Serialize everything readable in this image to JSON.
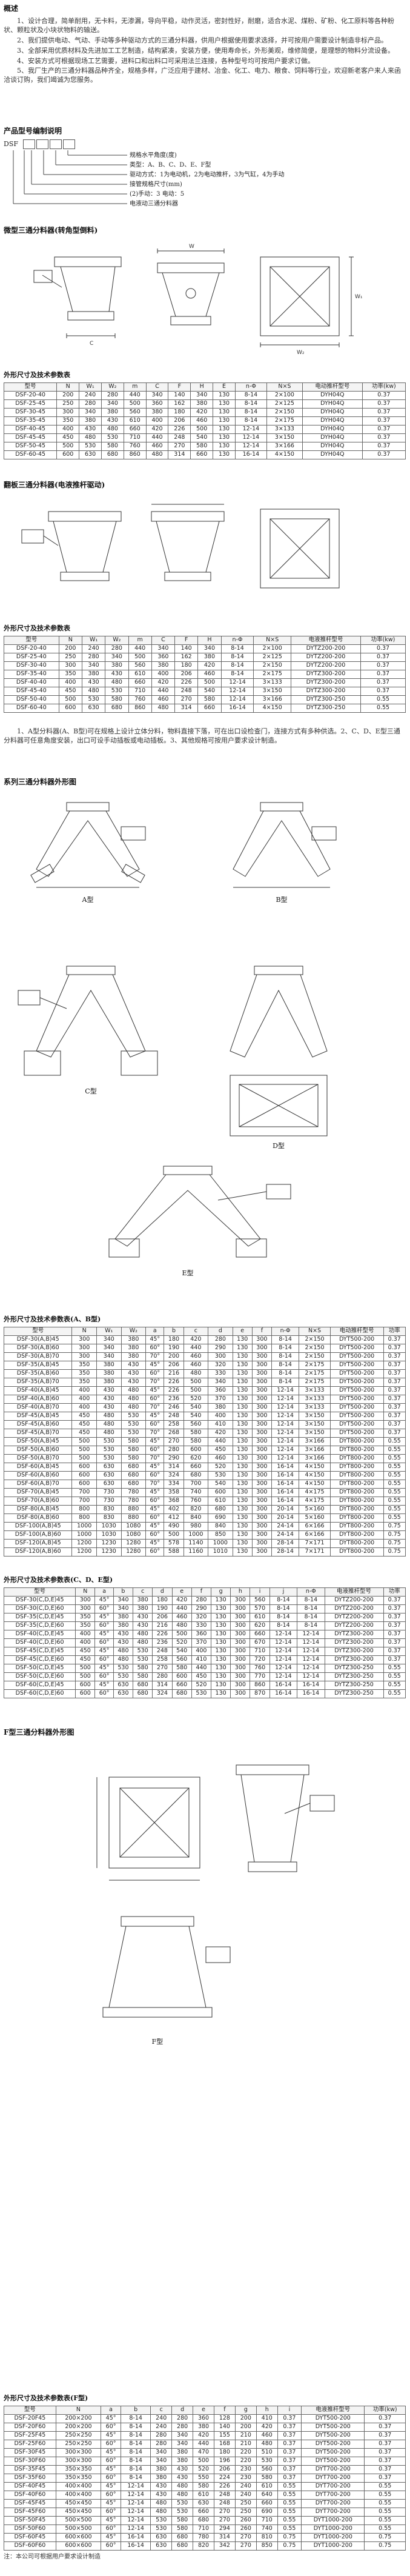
{
  "overview": {
    "heading": "概述",
    "paragraphs": [
      "1、设计合理，简单耐用，无卡料，无渗漏，导向平稳，动作灵活，密封性好，耐磨，适合水泥、煤粉、矿粉、化工原料等各种粉状、颗粒状及小块状物料的输送。",
      "2、我们提供电动、气动、手动等多种驱动方式的三通分料器，供用户根据使用要求选择，并可按用户需要设计制造非标产品。",
      "3、全部采用优质材料及先进加工工艺制造，结构紧凑，安装方便，使用寿命长，外形美观，维修简便，是理想的物料分流设备。",
      "4、安装方式可根据现场工艺需要，进料口和出料口可采用法兰连接，各种型号均可按用户要求订做。",
      "5、我厂生产的三通分料器品种齐全，规格多样，广泛应用于建材、冶金、化工、电力、粮食、饲料等行业，欢迎新老客户来人来函洽谈订购，我们竭诚为您服务。"
    ]
  },
  "model": {
    "heading": "产品型号编制说明",
    "prefix": "DSF",
    "lines": [
      "规格水平角度(度)",
      "类型：A、B、C、D、E、F型",
      "驱动方式：1为电动机，2为电动推杆，3为气缸，4为手动",
      "接管规格尺寸(mm)",
      "(2)手动：3   电动：5",
      "电液动三通分料器"
    ]
  },
  "section_ab": {
    "heading": "微型三通分料器(转角型倒料)",
    "table_title": "外形尺寸及技术参数表",
    "columns": [
      "型号",
      "N",
      "W₁",
      "W₂",
      "m",
      "C",
      "F",
      "H",
      "E",
      "n-Φ",
      "N×S",
      "电动推杆型号",
      "功率(kw)"
    ],
    "rows": [
      [
        "DSF-20-40",
        "200",
        "240",
        "280",
        "440",
        "340",
        "140",
        "340",
        "130",
        "8-14",
        "2×100",
        "DYH04Q",
        "0.37"
      ],
      [
        "DSF-25-45",
        "250",
        "280",
        "340",
        "500",
        "360",
        "162",
        "380",
        "130",
        "8-14",
        "2×125",
        "DYH04Q",
        "0.37"
      ],
      [
        "DSF-30-45",
        "300",
        "340",
        "380",
        "560",
        "380",
        "180",
        "420",
        "130",
        "8-14",
        "2×150",
        "DYH04Q",
        "0.37"
      ],
      [
        "DSF-35-45",
        "350",
        "380",
        "430",
        "610",
        "400",
        "206",
        "460",
        "130",
        "8-14",
        "2×175",
        "DYH04Q",
        "0.37"
      ],
      [
        "DSF-40-45",
        "400",
        "430",
        "480",
        "660",
        "420",
        "226",
        "500",
        "130",
        "12-14",
        "3×133",
        "DYH04Q",
        "0.37"
      ],
      [
        "DSF-45-45",
        "450",
        "480",
        "530",
        "710",
        "440",
        "248",
        "540",
        "130",
        "12-14",
        "3×150",
        "DYH04Q",
        "0.37"
      ],
      [
        "DSF-50-45",
        "500",
        "530",
        "580",
        "760",
        "460",
        "270",
        "580",
        "130",
        "12-14",
        "3×166",
        "DYH04Q",
        "0.37"
      ],
      [
        "DSF-60-45",
        "600",
        "630",
        "680",
        "860",
        "480",
        "314",
        "660",
        "130",
        "16-14",
        "4×150",
        "DYH04Q",
        "0.37"
      ]
    ]
  },
  "section_c": {
    "heading": "翻板三通分料器(电液推杆驱动)",
    "table_title": "外形尺寸及技术参数表",
    "columns": [
      "型号",
      "N",
      "W₁",
      "W₂",
      "m",
      "C",
      "F",
      "H",
      "n-Φ",
      "N×S",
      "电液推杆型号",
      "功率(kw)"
    ],
    "rows": [
      [
        "DSF-20-40",
        "200",
        "240",
        "280",
        "440",
        "340",
        "140",
        "340",
        "8-14",
        "2×100",
        "DYTZ200-200",
        "0.37"
      ],
      [
        "DSF-25-40",
        "250",
        "280",
        "340",
        "500",
        "360",
        "162",
        "380",
        "8-14",
        "2×125",
        "DYTZ200-200",
        "0.37"
      ],
      [
        "DSF-30-40",
        "300",
        "340",
        "380",
        "560",
        "380",
        "180",
        "420",
        "8-14",
        "2×150",
        "DYTZ200-200",
        "0.37"
      ],
      [
        "DSF-35-40",
        "350",
        "380",
        "430",
        "610",
        "400",
        "206",
        "460",
        "8-14",
        "2×175",
        "DYTZ300-200",
        "0.37"
      ],
      [
        "DSF-40-40",
        "400",
        "430",
        "480",
        "660",
        "420",
        "226",
        "500",
        "12-14",
        "3×133",
        "DYTZ300-200",
        "0.37"
      ],
      [
        "DSF-45-40",
        "450",
        "480",
        "530",
        "710",
        "440",
        "248",
        "540",
        "12-14",
        "3×150",
        "DYTZ300-200",
        "0.37"
      ],
      [
        "DSF-50-40",
        "500",
        "530",
        "580",
        "760",
        "460",
        "270",
        "580",
        "12-14",
        "3×166",
        "DYTZ300-250",
        "0.55"
      ],
      [
        "DSF-60-40",
        "600",
        "630",
        "680",
        "860",
        "480",
        "314",
        "660",
        "16-14",
        "4×150",
        "DYTZ300-250",
        "0.55"
      ]
    ]
  },
  "note_ab": "1、A型分料器(A、B型)可在规格上设计立体分料，物料直接下落，可在出口设检查门，连接方式有多种供选。2、C、D、E型三通分料器可任意角度安装，出口可设手动插板或电动插板。3、其他规格可按用户要求设计制造。",
  "section_series": {
    "heading": "系列三通分料器外形图",
    "labels": [
      "A型",
      "B型",
      "C型",
      "D型",
      "E型"
    ]
  },
  "table_big1": {
    "title": "外形尺寸及技术参数表(A、B型)",
    "columns": [
      "型号",
      "N",
      "W₁",
      "W₂",
      "a",
      "b",
      "c",
      "d",
      "e",
      "f",
      "n-Φ",
      "N×S",
      "电动推杆型号",
      "功率"
    ],
    "rows": [
      [
        "DSF-30(A,B)45",
        "300",
        "340",
        "380",
        "45°",
        "180",
        "420",
        "280",
        "130",
        "300",
        "8-14",
        "2×150",
        "DYT500-200",
        "0.37"
      ],
      [
        "DSF-30(A,B)60",
        "300",
        "340",
        "380",
        "60°",
        "190",
        "440",
        "290",
        "130",
        "300",
        "8-14",
        "2×150",
        "DYT500-200",
        "0.37"
      ],
      [
        "DSF-30(A,B)70",
        "300",
        "340",
        "380",
        "70°",
        "200",
        "460",
        "300",
        "130",
        "300",
        "8-14",
        "2×150",
        "DYT500-200",
        "0.37"
      ],
      [
        "DSF-35(A,B)45",
        "350",
        "380",
        "430",
        "45°",
        "206",
        "460",
        "320",
        "130",
        "300",
        "8-14",
        "2×175",
        "DYT500-200",
        "0.37"
      ],
      [
        "DSF-35(A,B)60",
        "350",
        "380",
        "430",
        "60°",
        "216",
        "480",
        "330",
        "130",
        "300",
        "8-14",
        "2×175",
        "DYT500-200",
        "0.37"
      ],
      [
        "DSF-35(A,B)70",
        "350",
        "380",
        "430",
        "70°",
        "226",
        "500",
        "340",
        "130",
        "300",
        "8-14",
        "2×175",
        "DYT500-200",
        "0.37"
      ],
      [
        "DSF-40(A,B)45",
        "400",
        "430",
        "480",
        "45°",
        "226",
        "500",
        "360",
        "130",
        "300",
        "12-14",
        "3×133",
        "DYT500-200",
        "0.37"
      ],
      [
        "DSF-40(A,B)60",
        "400",
        "430",
        "480",
        "60°",
        "236",
        "520",
        "370",
        "130",
        "300",
        "12-14",
        "3×133",
        "DYT500-200",
        "0.37"
      ],
      [
        "DSF-40(A,B)70",
        "400",
        "430",
        "480",
        "70°",
        "246",
        "540",
        "380",
        "130",
        "300",
        "12-14",
        "3×133",
        "DYT500-200",
        "0.37"
      ],
      [
        "DSF-45(A,B)45",
        "450",
        "480",
        "530",
        "45°",
        "248",
        "540",
        "400",
        "130",
        "300",
        "12-14",
        "3×150",
        "DYT500-200",
        "0.37"
      ],
      [
        "DSF-45(A,B)60",
        "450",
        "480",
        "530",
        "60°",
        "258",
        "560",
        "410",
        "130",
        "300",
        "12-14",
        "3×150",
        "DYT500-200",
        "0.37"
      ],
      [
        "DSF-45(A,B)70",
        "450",
        "480",
        "530",
        "70°",
        "268",
        "580",
        "420",
        "130",
        "300",
        "12-14",
        "3×150",
        "DYT500-200",
        "0.37"
      ],
      [
        "DSF-50(A,B)45",
        "500",
        "530",
        "580",
        "45°",
        "270",
        "580",
        "440",
        "130",
        "300",
        "12-14",
        "3×166",
        "DYT800-200",
        "0.55"
      ],
      [
        "DSF-50(A,B)60",
        "500",
        "530",
        "580",
        "60°",
        "280",
        "600",
        "450",
        "130",
        "300",
        "12-14",
        "3×166",
        "DYT800-200",
        "0.55"
      ],
      [
        "DSF-50(A,B)70",
        "500",
        "530",
        "580",
        "70°",
        "290",
        "620",
        "460",
        "130",
        "300",
        "12-14",
        "3×166",
        "DYT800-200",
        "0.55"
      ],
      [
        "DSF-60(A,B)45",
        "600",
        "630",
        "680",
        "45°",
        "314",
        "660",
        "520",
        "130",
        "300",
        "16-14",
        "4×150",
        "DYT800-200",
        "0.55"
      ],
      [
        "DSF-60(A,B)60",
        "600",
        "630",
        "680",
        "60°",
        "324",
        "680",
        "530",
        "130",
        "300",
        "16-14",
        "4×150",
        "DYT800-200",
        "0.55"
      ],
      [
        "DSF-60(A,B)70",
        "600",
        "630",
        "680",
        "70°",
        "334",
        "700",
        "540",
        "130",
        "300",
        "16-14",
        "4×150",
        "DYT800-200",
        "0.55"
      ],
      [
        "DSF-70(A,B)45",
        "700",
        "730",
        "780",
        "45°",
        "358",
        "740",
        "600",
        "130",
        "300",
        "16-14",
        "4×175",
        "DYT800-200",
        "0.55"
      ],
      [
        "DSF-70(A,B)60",
        "700",
        "730",
        "780",
        "60°",
        "368",
        "760",
        "610",
        "130",
        "300",
        "16-14",
        "4×175",
        "DYT800-200",
        "0.55"
      ],
      [
        "DSF-80(A,B)45",
        "800",
        "830",
        "880",
        "45°",
        "402",
        "820",
        "680",
        "130",
        "300",
        "20-14",
        "5×160",
        "DYT800-200",
        "0.55"
      ],
      [
        "DSF-80(A,B)60",
        "800",
        "830",
        "880",
        "60°",
        "412",
        "840",
        "690",
        "130",
        "300",
        "20-14",
        "5×160",
        "DYT800-200",
        "0.55"
      ],
      [
        "DSF-100(A,B)45",
        "1000",
        "1030",
        "1080",
        "45°",
        "490",
        "980",
        "840",
        "130",
        "300",
        "24-14",
        "6×166",
        "DYT800-200",
        "0.75"
      ],
      [
        "DSF-100(A,B)60",
        "1000",
        "1030",
        "1080",
        "60°",
        "500",
        "1000",
        "850",
        "130",
        "300",
        "24-14",
        "6×166",
        "DYT800-200",
        "0.75"
      ],
      [
        "DSF-120(A,B)45",
        "1200",
        "1230",
        "1280",
        "45°",
        "578",
        "1140",
        "1000",
        "130",
        "300",
        "28-14",
        "7×171",
        "DYT800-200",
        "0.75"
      ],
      [
        "DSF-120(A,B)60",
        "1200",
        "1230",
        "1280",
        "60°",
        "588",
        "1160",
        "1010",
        "130",
        "300",
        "28-14",
        "7×171",
        "DYT800-200",
        "0.75"
      ]
    ]
  },
  "table_big2": {
    "title": "外形尺寸及技术参数表(C、D、E型)",
    "columns": [
      "型号",
      "N",
      "a",
      "b",
      "c",
      "d",
      "e",
      "f",
      "g",
      "h",
      "i",
      "j",
      "n-Φ",
      "电液推杆型号",
      "功率"
    ],
    "rows": [
      [
        "DSF-30(C,D,E)45",
        "300",
        "45°",
        "340",
        "380",
        "180",
        "420",
        "280",
        "130",
        "300",
        "560",
        "8-14",
        "8-14",
        "DYTZ200-200",
        "0.37"
      ],
      [
        "DSF-30(C,D,E)60",
        "300",
        "60°",
        "340",
        "380",
        "190",
        "440",
        "290",
        "130",
        "300",
        "570",
        "8-14",
        "8-14",
        "DYTZ200-200",
        "0.37"
      ],
      [
        "DSF-35(C,D,E)45",
        "350",
        "45°",
        "380",
        "430",
        "206",
        "460",
        "320",
        "130",
        "300",
        "610",
        "8-14",
        "8-14",
        "DYTZ200-200",
        "0.37"
      ],
      [
        "DSF-35(C,D,E)60",
        "350",
        "60°",
        "380",
        "430",
        "216",
        "480",
        "330",
        "130",
        "300",
        "620",
        "8-14",
        "8-14",
        "DYTZ200-200",
        "0.37"
      ],
      [
        "DSF-40(C,D,E)45",
        "400",
        "45°",
        "430",
        "480",
        "226",
        "500",
        "360",
        "130",
        "300",
        "660",
        "12-14",
        "12-14",
        "DYTZ300-200",
        "0.37"
      ],
      [
        "DSF-40(C,D,E)60",
        "400",
        "60°",
        "430",
        "480",
        "236",
        "520",
        "370",
        "130",
        "300",
        "670",
        "12-14",
        "12-14",
        "DYTZ300-200",
        "0.37"
      ],
      [
        "DSF-45(C,D,E)45",
        "450",
        "45°",
        "480",
        "530",
        "248",
        "540",
        "400",
        "130",
        "300",
        "710",
        "12-14",
        "12-14",
        "DYTZ300-200",
        "0.37"
      ],
      [
        "DSF-45(C,D,E)60",
        "450",
        "60°",
        "480",
        "530",
        "258",
        "560",
        "410",
        "130",
        "300",
        "720",
        "12-14",
        "12-14",
        "DYTZ300-200",
        "0.37"
      ],
      [
        "DSF-50(C,D,E)45",
        "500",
        "45°",
        "530",
        "580",
        "270",
        "580",
        "440",
        "130",
        "300",
        "760",
        "12-14",
        "12-14",
        "DYTZ300-250",
        "0.55"
      ],
      [
        "DSF-50(C,D,E)60",
        "500",
        "60°",
        "530",
        "580",
        "280",
        "600",
        "450",
        "130",
        "300",
        "770",
        "12-14",
        "12-14",
        "DYTZ300-250",
        "0.55"
      ],
      [
        "DSF-60(C,D,E)45",
        "600",
        "45°",
        "630",
        "680",
        "314",
        "660",
        "520",
        "130",
        "300",
        "860",
        "16-14",
        "16-14",
        "DYTZ300-250",
        "0.55"
      ],
      [
        "DSF-60(C,D,E)60",
        "600",
        "60°",
        "630",
        "680",
        "324",
        "680",
        "530",
        "130",
        "300",
        "870",
        "16-14",
        "16-14",
        "DYTZ300-250",
        "0.55"
      ]
    ]
  },
  "section_f": {
    "heading": "F型三通分料器外形图",
    "label": "F型"
  },
  "table_f": {
    "title": "外形尺寸及技术参数表(F型)",
    "columns": [
      "型号",
      "N",
      "a",
      "b",
      "c",
      "d",
      "e",
      "f",
      "g",
      "h",
      "i",
      "电液推杆型号",
      "功率(kw)"
    ],
    "rows": [
      [
        "DSF-20F45",
        "200×200",
        "45°",
        "8-14",
        "240",
        "280",
        "360",
        "128",
        "200",
        "410",
        "0.37",
        "DYT500-200",
        "0.37"
      ],
      [
        "DSF-20F60",
        "200×200",
        "60°",
        "8-14",
        "240",
        "280",
        "380",
        "140",
        "200",
        "420",
        "0.37",
        "DYT500-200",
        "0.37"
      ],
      [
        "DSF-25F45",
        "250×250",
        "45°",
        "8-14",
        "280",
        "340",
        "420",
        "155",
        "210",
        "460",
        "0.37",
        "DYT500-200",
        "0.37"
      ],
      [
        "DSF-25F60",
        "250×250",
        "60°",
        "8-14",
        "280",
        "340",
        "440",
        "168",
        "210",
        "480",
        "0.37",
        "DYT500-200",
        "0.37"
      ],
      [
        "DSF-30F45",
        "300×300",
        "45°",
        "8-14",
        "340",
        "380",
        "470",
        "180",
        "220",
        "510",
        "0.37",
        "DYT500-200",
        "0.37"
      ],
      [
        "DSF-30F60",
        "300×300",
        "60°",
        "8-14",
        "340",
        "380",
        "500",
        "196",
        "220",
        "530",
        "0.37",
        "DYT500-200",
        "0.37"
      ],
      [
        "DSF-35F45",
        "350×350",
        "45°",
        "8-14",
        "380",
        "430",
        "520",
        "206",
        "230",
        "560",
        "0.37",
        "DYT700-200",
        "0.37"
      ],
      [
        "DSF-35F60",
        "350×350",
        "60°",
        "8-14",
        "380",
        "430",
        "550",
        "224",
        "230",
        "580",
        "0.37",
        "DYT700-200",
        "0.37"
      ],
      [
        "DSF-40F45",
        "400×400",
        "45°",
        "12-14",
        "430",
        "480",
        "580",
        "226",
        "240",
        "610",
        "0.55",
        "DYT700-200",
        "0.55"
      ],
      [
        "DSF-40F60",
        "400×400",
        "60°",
        "12-14",
        "430",
        "480",
        "610",
        "248",
        "240",
        "640",
        "0.55",
        "DYT700-200",
        "0.55"
      ],
      [
        "DSF-45F45",
        "450×450",
        "45°",
        "12-14",
        "480",
        "530",
        "630",
        "248",
        "250",
        "660",
        "0.55",
        "DYT700-200",
        "0.55"
      ],
      [
        "DSF-45F60",
        "450×450",
        "60°",
        "12-14",
        "480",
        "530",
        "660",
        "270",
        "250",
        "690",
        "0.55",
        "DYT700-200",
        "0.55"
      ],
      [
        "DSF-50F45",
        "500×500",
        "45°",
        "12-14",
        "530",
        "580",
        "680",
        "270",
        "260",
        "710",
        "0.55",
        "DYT1000-200",
        "0.55"
      ],
      [
        "DSF-50F60",
        "500×500",
        "60°",
        "12-14",
        "530",
        "580",
        "710",
        "294",
        "260",
        "740",
        "0.55",
        "DYT1000-200",
        "0.55"
      ],
      [
        "DSF-60F45",
        "600×600",
        "45°",
        "16-14",
        "630",
        "680",
        "780",
        "314",
        "270",
        "810",
        "0.75",
        "DYT1000-200",
        "0.75"
      ],
      [
        "DSF-60F60",
        "600×600",
        "60°",
        "16-14",
        "630",
        "680",
        "820",
        "342",
        "270",
        "850",
        "0.75",
        "DYT1000-200",
        "0.75"
      ]
    ]
  },
  "footnote": "注：本公司可根据用户要求设计制造"
}
